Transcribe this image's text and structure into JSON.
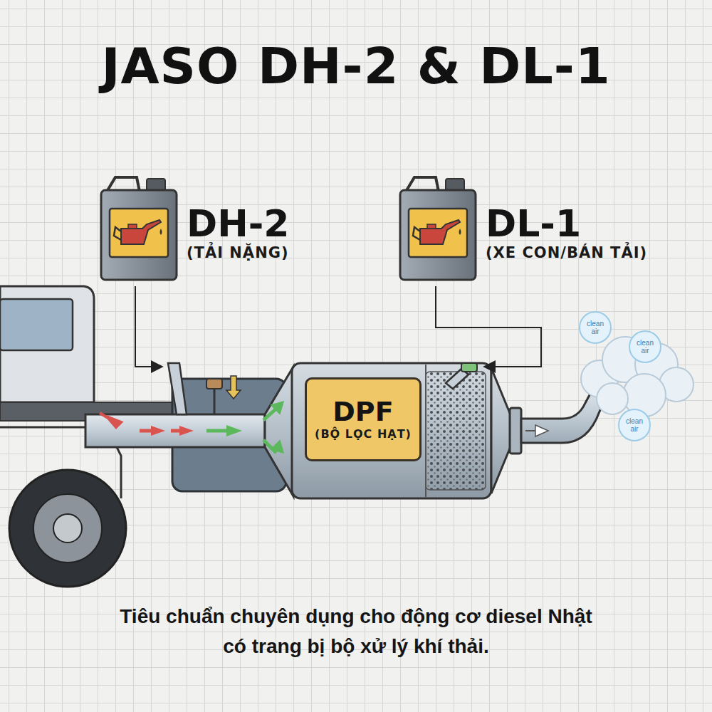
{
  "diagram": {
    "title": "JASO DH-2 & DL-1",
    "caption": "Tiêu chuẩn chuyên dụng cho động cơ diesel Nhật có trang bị bộ xử lý khí thải.",
    "nodes": [
      {
        "text": [
          "DH-2",
          "(TẢI NẶNG)"
        ]
      },
      {
        "text": [
          "DL-1",
          "(XE CON/BÁN TẢI)"
        ]
      },
      {
        "text": [
          "clean air"
        ]
      },
      {
        "text": [
          "clean air"
        ]
      },
      {
        "text": [
          "DPF",
          "(BỘ LỌC HẠT)"
        ]
      },
      {
        "text": [
          "clean air"
        ]
      }
    ]
  }
}
